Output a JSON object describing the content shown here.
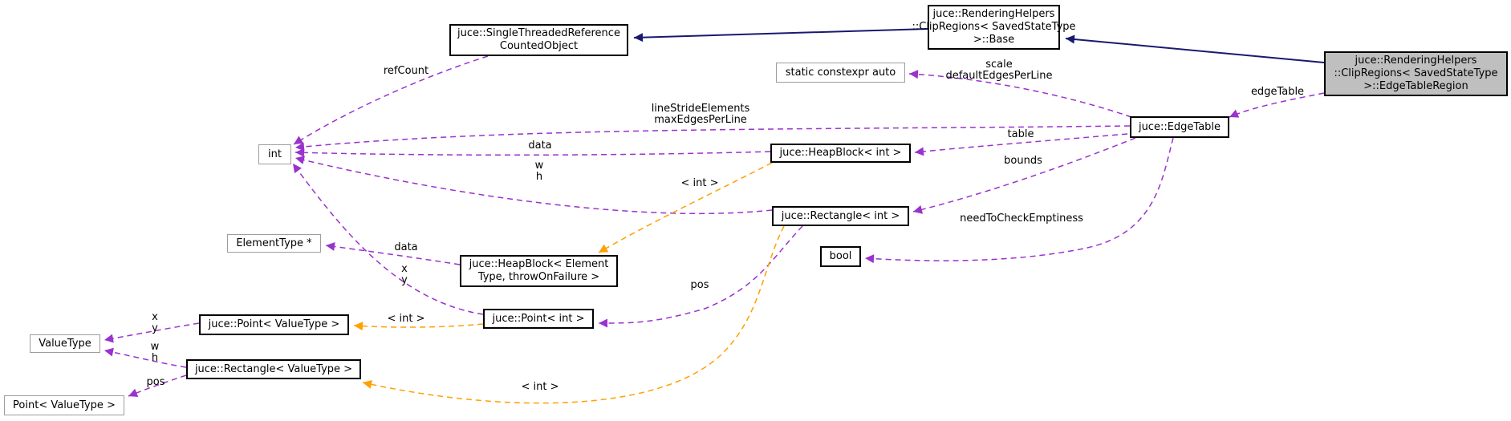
{
  "diagram": {
    "kind": "collaboration-graph",
    "colors": {
      "member_edge": "#9a32cd",
      "template_edge": "#ffa000",
      "inheritance_edge": "#191970",
      "selected_node_fill": "#bfbfbf",
      "documented_border": "#000000",
      "undocumented_border": "#9d9d9d",
      "background": "#ffffff"
    },
    "nodes": {
      "counted_object": {
        "lines": [
          "juce::SingleThreadedReference",
          "CountedObject"
        ]
      },
      "base": {
        "lines": [
          "juce::RenderingHelpers",
          "::ClipRegions< SavedStateType",
          ">::Base"
        ]
      },
      "edge_table_region": {
        "lines": [
          "juce::RenderingHelpers",
          "::ClipRegions< SavedStateType",
          ">::EdgeTableRegion"
        ]
      },
      "static_auto": {
        "lines": [
          "static constexpr auto"
        ]
      },
      "edge_table": {
        "lines": [
          "juce::EdgeTable"
        ]
      },
      "int_node": {
        "lines": [
          "int"
        ]
      },
      "heapblock_int": {
        "lines": [
          "juce::HeapBlock< int >"
        ]
      },
      "rectangle_int": {
        "lines": [
          "juce::Rectangle< int >"
        ]
      },
      "bool_node": {
        "lines": [
          "bool"
        ]
      },
      "elementtype_ptr": {
        "lines": [
          "ElementType *"
        ]
      },
      "heapblock_elementtype": {
        "lines": [
          "juce::HeapBlock< Element",
          "Type, throwOnFailure >"
        ]
      },
      "point_int": {
        "lines": [
          "juce::Point< int >"
        ]
      },
      "point_valuetype": {
        "lines": [
          "juce::Point< ValueType >"
        ]
      },
      "valuetype": {
        "lines": [
          "ValueType"
        ]
      },
      "rectangle_valuetype": {
        "lines": [
          "juce::Rectangle< ValueType >"
        ]
      },
      "point_valuetype_plain": {
        "lines": [
          "Point< ValueType >"
        ]
      }
    },
    "edge_labels": {
      "ref_count": "refCount",
      "scale_default": {
        "lines": [
          "scale",
          "defaultEdgesPerLine"
        ]
      },
      "line_stride": {
        "lines": [
          "lineStrideElements",
          "maxEdgesPerLine"
        ]
      },
      "edge_table": "edgeTable",
      "table": "table",
      "bounds": "bounds",
      "need_check": "needToCheckEmptiness",
      "data_heapblock_int": "data",
      "wh_rect_int": {
        "lines": [
          "w",
          "h"
        ]
      },
      "xy_point_int": {
        "lines": [
          "x",
          "y"
        ]
      },
      "data_heapblock_et": "data",
      "pos_rect_int": "pos",
      "template_heapblock": "< int >",
      "template_point": "< int >",
      "template_rect": "< int >",
      "xy_point_vt": {
        "lines": [
          "x",
          "y"
        ]
      },
      "wh_rect_vt": {
        "lines": [
          "w",
          "h"
        ]
      },
      "pos_rect_vt": "pos"
    }
  }
}
